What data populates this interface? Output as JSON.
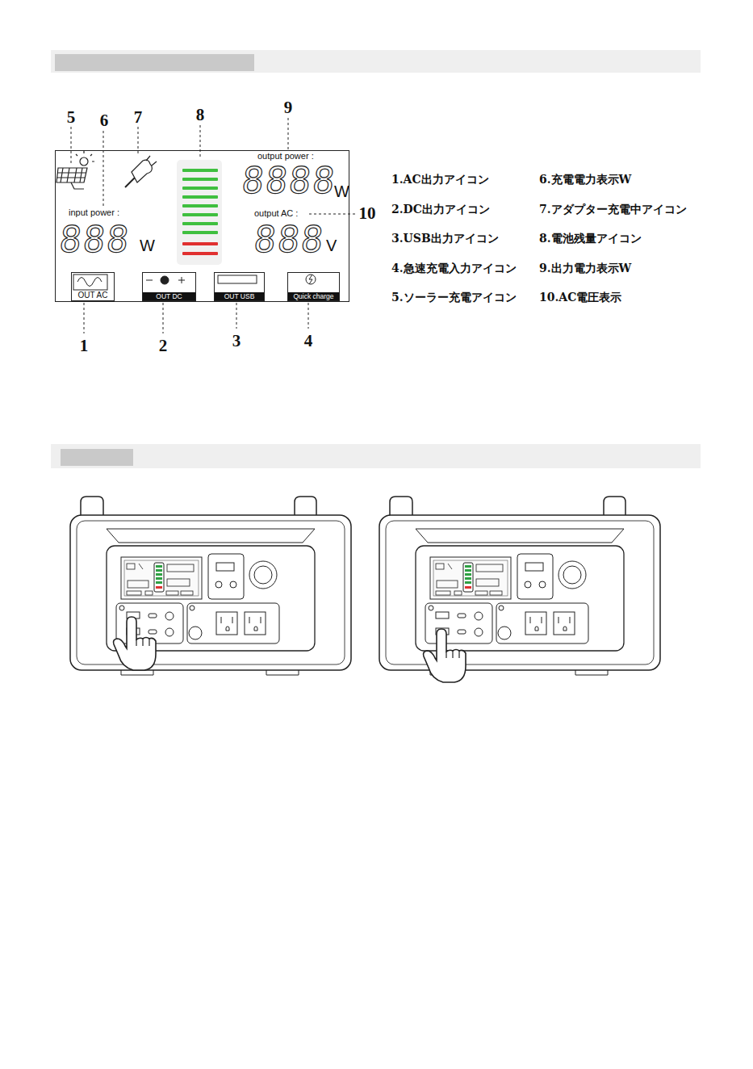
{
  "diagram": {
    "nodes": [
      {
        "text": [
          "output power :",
          "8888",
          "W",
          "input power :",
          "888",
          "W",
          "output AC :",
          "888",
          "V"
        ]
      },
      {
        "text": [
          "OUT AC"
        ],
        "in": 0
      },
      {
        "text": [
          "OUT DC"
        ],
        "in": 0
      },
      {
        "text": [
          "OUT USB"
        ],
        "in": 0
      },
      {
        "text": [
          "Quick charge"
        ],
        "in": 0
      }
    ],
    "labels": [
      "5",
      "6",
      "7",
      "8",
      "9",
      "10",
      "1",
      "2",
      "3",
      "4",
      "1.AC出力アイコン",
      "2.DC出力アイコン",
      "3.USB出力アイコン",
      "4.急速充電入力アイコン",
      "5.ソーラー充電アイコン",
      "6.充電電力表示W",
      "7.アダプター充電中アイコン",
      "8.電池残量アイコン",
      "9.出力電力表示W",
      "10.AC電圧表示"
    ]
  }
}
